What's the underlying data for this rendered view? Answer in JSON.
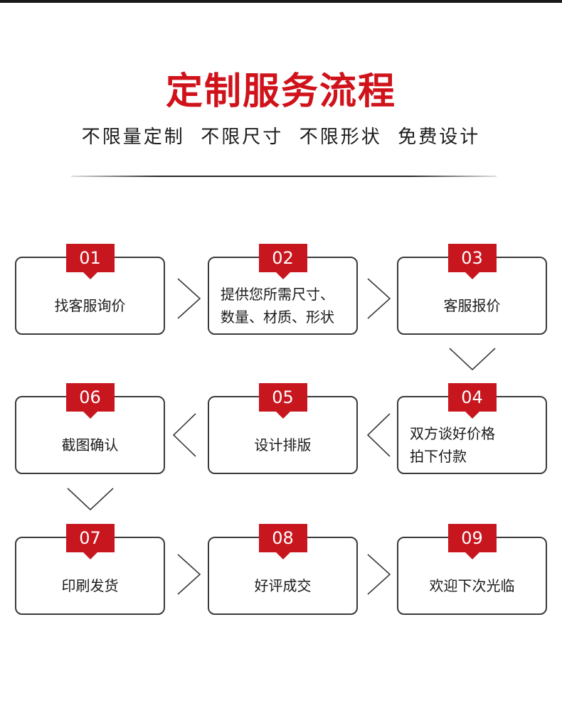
{
  "header": {
    "title": "定制服务流程",
    "subtitle": "不限量定制  不限尺寸  不限形状  免费设计"
  },
  "colors": {
    "accent": "#c8161e",
    "border": "#3a3a3a",
    "text": "#1a1a1a"
  },
  "steps": [
    {
      "number": "01",
      "text": "找客服询价"
    },
    {
      "number": "02",
      "text": "提供您所需尺寸、\n数量、材质、形状"
    },
    {
      "number": "03",
      "text": "客服报价"
    },
    {
      "number": "04",
      "text": "双方谈好价格\n拍下付款"
    },
    {
      "number": "05",
      "text": "设计排版"
    },
    {
      "number": "06",
      "text": "截图确认"
    },
    {
      "number": "07",
      "text": "印刷发货"
    },
    {
      "number": "08",
      "text": "好评成交"
    },
    {
      "number": "09",
      "text": "欢迎下次光临"
    }
  ],
  "arrow_icons": [
    "chevron-right-icon",
    "chevron-right-icon",
    "chevron-down-icon",
    "chevron-left-icon",
    "chevron-left-icon",
    "chevron-down-icon",
    "chevron-right-icon",
    "chevron-right-icon"
  ]
}
